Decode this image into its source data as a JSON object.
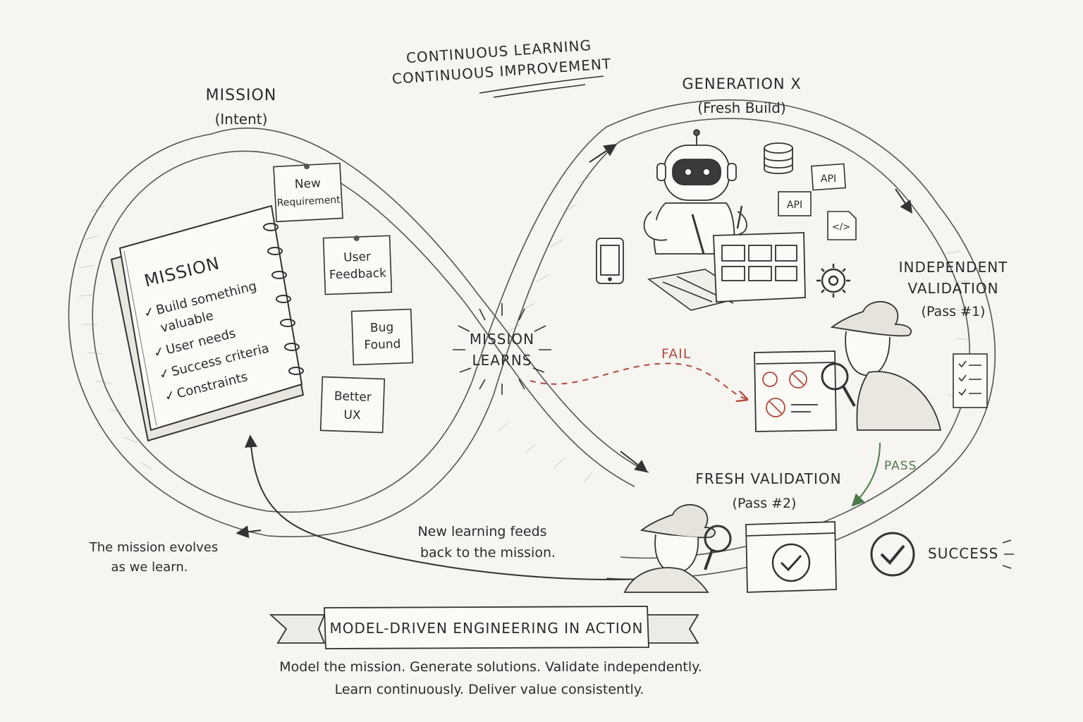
{
  "header": {
    "line1": "CONTINUOUS LEARNING",
    "line2": "CONTINUOUS IMPROVEMENT"
  },
  "mission_label": {
    "title": "MISSION",
    "subtitle": "(Intent)"
  },
  "notebook": {
    "title": "MISSION",
    "items": [
      {
        "check": "✓",
        "line1": "Build something",
        "line2": "valuable"
      },
      {
        "check": "✓",
        "line1": "User needs"
      },
      {
        "check": "✓",
        "line1": "Success criteria"
      },
      {
        "check": "✓",
        "line1": "Constraints"
      }
    ]
  },
  "notes": [
    {
      "line1": "New",
      "line2": "Requirement"
    },
    {
      "line1": "User",
      "line2": "Feedback"
    },
    {
      "line1": "Bug",
      "line2": "Found"
    },
    {
      "line1": "Better",
      "line2": "UX"
    }
  ],
  "center": {
    "line1": "MISSION",
    "line2": "LEARNS"
  },
  "generation": {
    "title": "GENERATION X",
    "subtitle": "(Fresh Build)"
  },
  "icons": {
    "api1": "API",
    "api2": "API",
    "code": "</>"
  },
  "validation1": {
    "line1": "INDEPENDENT",
    "line2": "VALIDATION",
    "line3": "(Pass #1)"
  },
  "fail_label": "FAIL",
  "pass_label": "PASS",
  "validation2": {
    "line1": "FRESH VALIDATION",
    "line2": "(Pass #2)"
  },
  "success_label": "SUCCESS",
  "evolves_note": {
    "line1": "The mission evolves",
    "line2": "as we learn."
  },
  "feedback_note": {
    "line1": "New learning feeds",
    "line2": "back to the mission."
  },
  "banner": {
    "title": "MODEL-DRIVEN ENGINEERING IN ACTION"
  },
  "footer": {
    "line1": "Model the mission. Generate solutions. Validate independently.",
    "line2": "Learn continuously. Deliver value consistently."
  },
  "colors": {
    "ink": "#2b2b2b",
    "paper": "#f6f5f1",
    "fail": "#b5493f",
    "pass": "#4d7a4a",
    "note": "#fbfaf6"
  }
}
